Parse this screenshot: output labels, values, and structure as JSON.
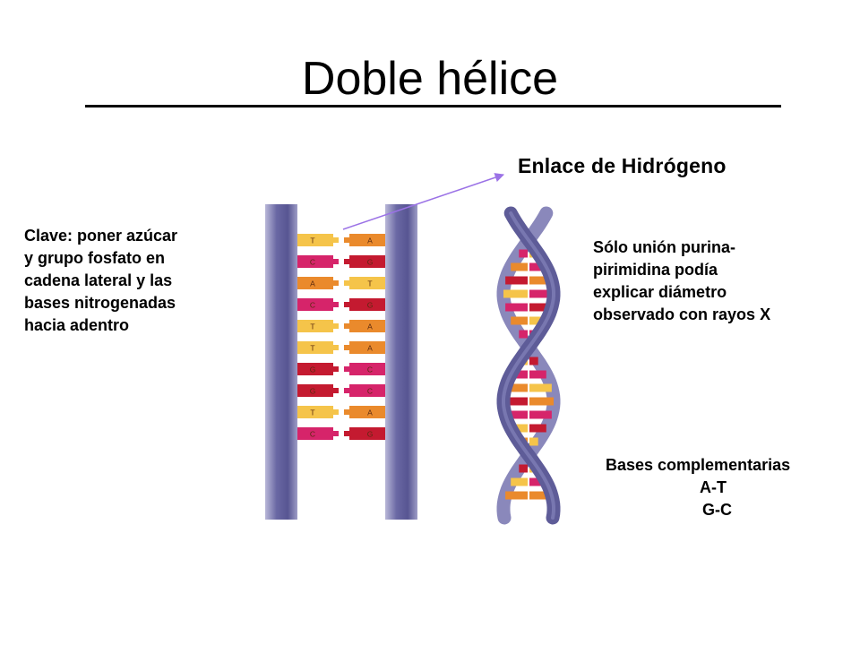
{
  "title": "Doble hélice",
  "left_note": {
    "lines": [
      "Clave: poner azúcar",
      "y grupo fosfato en",
      "cadena lateral y las",
      "bases nitrogenadas",
      "hacia adentro"
    ]
  },
  "hydrogen_bond": {
    "label": "Enlace de Hidrógeno"
  },
  "right_note": {
    "lines": [
      "Sólo unión purina-",
      "pirimidina podía",
      "explicar diámetro",
      "observado con rayos X"
    ]
  },
  "complementary": {
    "heading": "Bases complementarias",
    "pairs": [
      "A-T",
      "G-C"
    ]
  },
  "ladder_pairs": [
    {
      "left": "T",
      "right": "A"
    },
    {
      "left": "C",
      "right": "G"
    },
    {
      "left": "A",
      "right": "T"
    },
    {
      "left": "C",
      "right": "G"
    },
    {
      "left": "T",
      "right": "A"
    },
    {
      "left": "T",
      "right": "A"
    },
    {
      "left": "G",
      "right": "C"
    },
    {
      "left": "G",
      "right": "C"
    },
    {
      "left": "T",
      "right": "A"
    },
    {
      "left": "C",
      "right": "G"
    }
  ],
  "colors": {
    "strand": "#5e5c98",
    "strand_light": "#8a88bb",
    "arrow": "#9b72e6",
    "label_accent": "#9b72e6",
    "base_T": "#f5c44a",
    "base_A": "#ea8a2c",
    "base_C": "#d6246a",
    "base_G": "#c41a30"
  }
}
